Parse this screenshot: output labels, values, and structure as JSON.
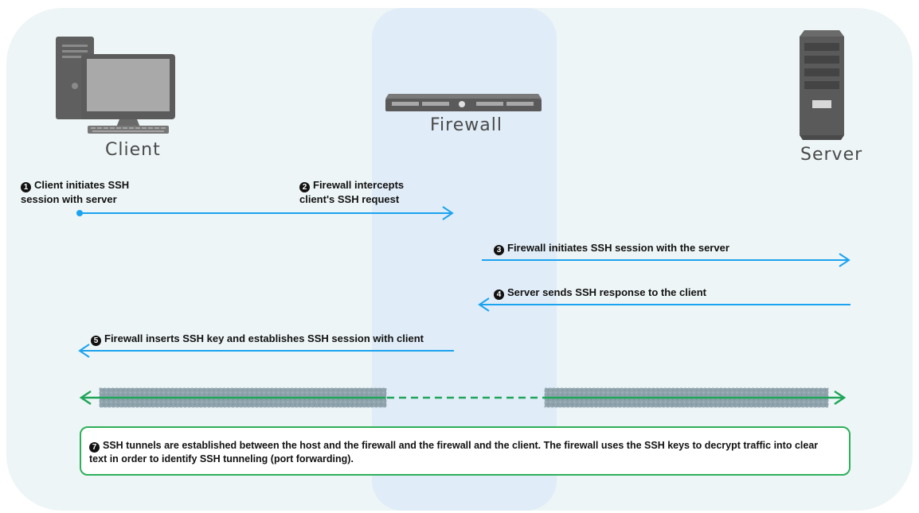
{
  "nodes": {
    "client": "Client",
    "firewall": "Firewall",
    "server": "Server"
  },
  "steps": [
    {
      "num": "1",
      "text": "Client initiates SSH session with server",
      "line1": "Client initiates SSH",
      "line2": "session with server"
    },
    {
      "num": "2",
      "text": "Firewall intercepts client's SSH request",
      "line1": "Firewall intercepts",
      "line2": "client's SSH request"
    },
    {
      "num": "3",
      "text": "Firewall initiates SSH session with the server"
    },
    {
      "num": "4",
      "text": "Server sends SSH response to the client"
    },
    {
      "num": "5",
      "text": "Firewall inserts SSH key and establishes SSH session with client"
    }
  ],
  "note": {
    "num": "7",
    "text": "SSH tunnels are established between the host and the firewall and the firewall and the client. The firewall uses the SSH keys to decrypt traffic into clear text in order to identify SSH tunneling (port forwarding)."
  },
  "colors": {
    "arrow": "#1aa3ef",
    "tunnel": "#1fa65a",
    "note_border": "#2db05a",
    "firewall_band": "#deebf7"
  }
}
